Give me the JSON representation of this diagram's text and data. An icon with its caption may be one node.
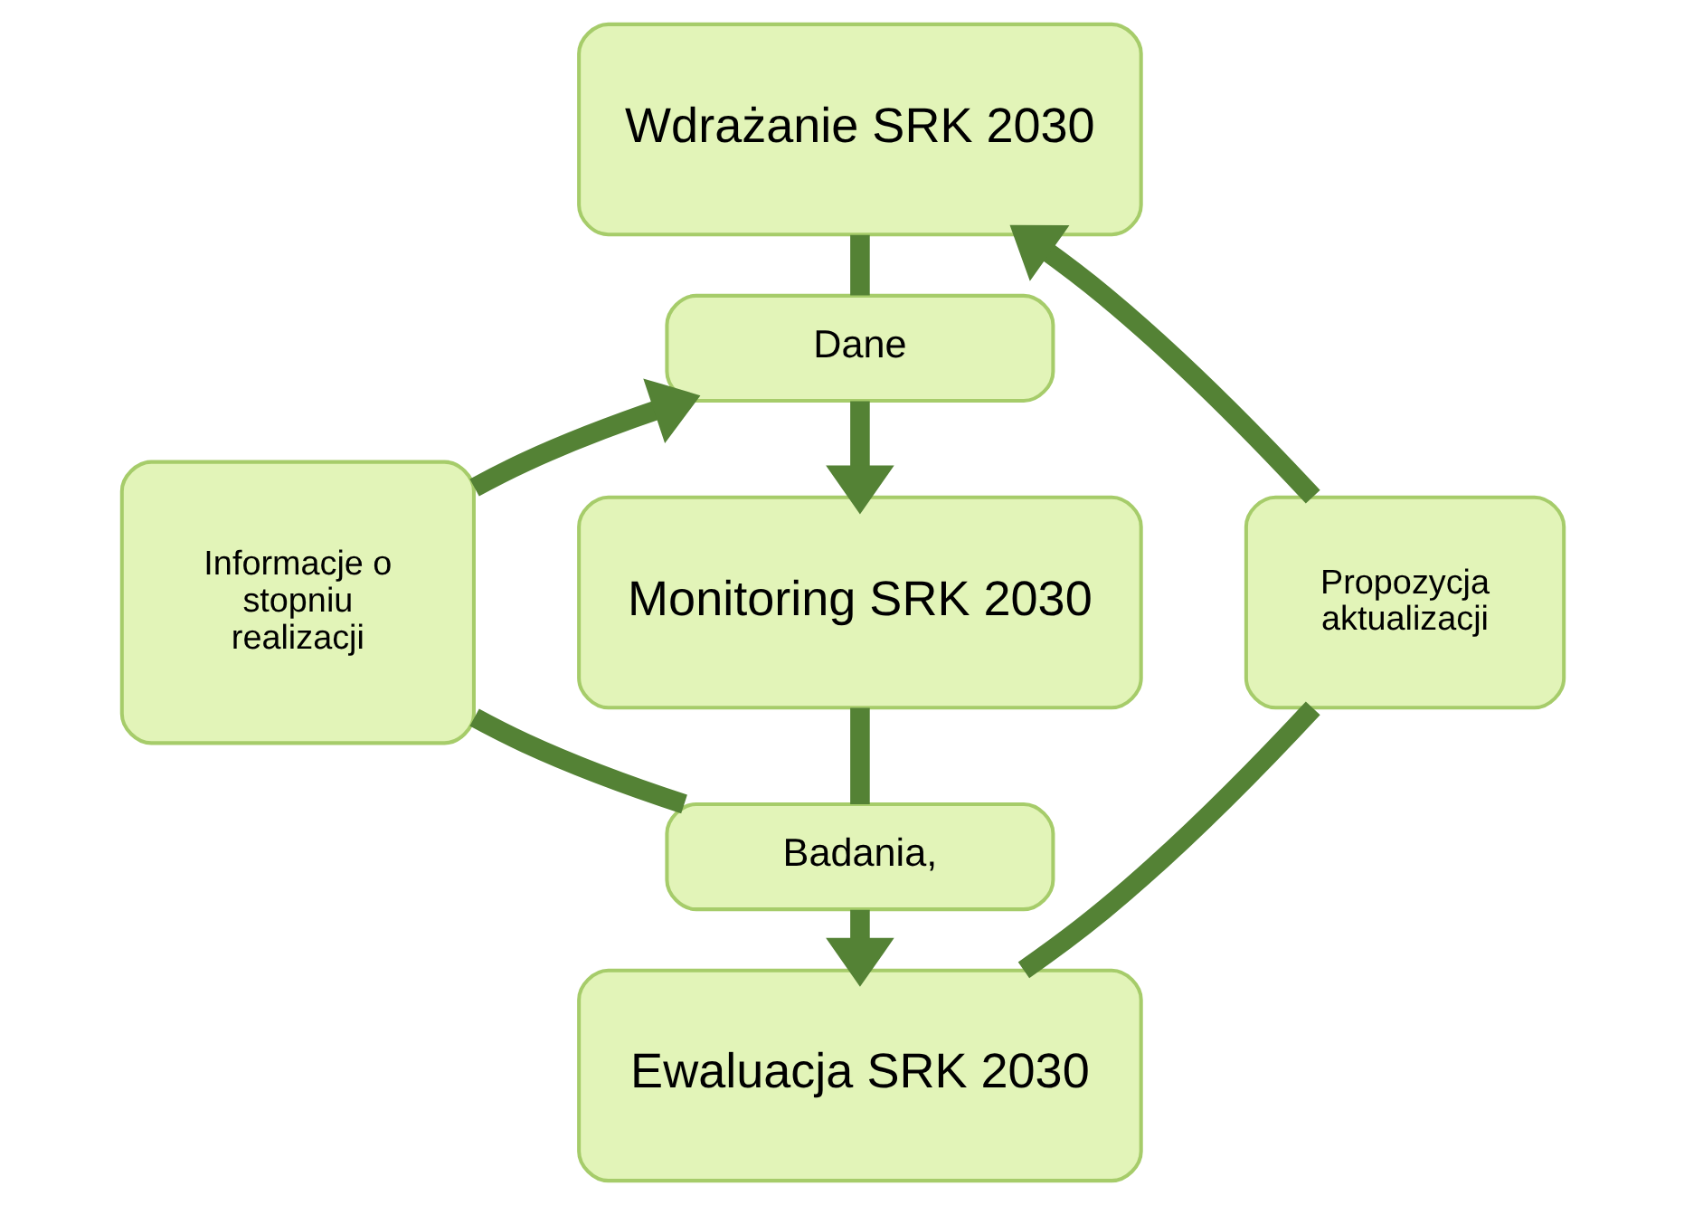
{
  "diagram": {
    "nodes": [
      {
        "text": [
          "Wdrażanie SRK 2030"
        ]
      },
      {
        "text": [
          "Dane"
        ]
      },
      {
        "text": [
          "Monitoring SRK 2030"
        ]
      },
      {
        "text": [
          "Badania,"
        ]
      },
      {
        "text": [
          "Ewaluacja SRK 2030"
        ]
      },
      {
        "text": [
          "Informacje o stopniu realizacji"
        ]
      },
      {
        "text": [
          "Propozycja aktualizacji"
        ]
      }
    ],
    "edges": [
      {
        "from": 0,
        "to": 1,
        "arrow": "none"
      },
      {
        "from": 1,
        "to": 2,
        "arrow": "to"
      },
      {
        "from": 2,
        "to": 3,
        "arrow": "none"
      },
      {
        "from": 3,
        "to": 4,
        "arrow": "to"
      },
      {
        "from": 4,
        "to": 6,
        "arrow": "none"
      },
      {
        "from": 6,
        "to": 0,
        "arrow": "to"
      },
      {
        "from": 3,
        "to": 5,
        "arrow": "none"
      },
      {
        "from": 5,
        "to": 1,
        "arrow": "to"
      }
    ]
  }
}
